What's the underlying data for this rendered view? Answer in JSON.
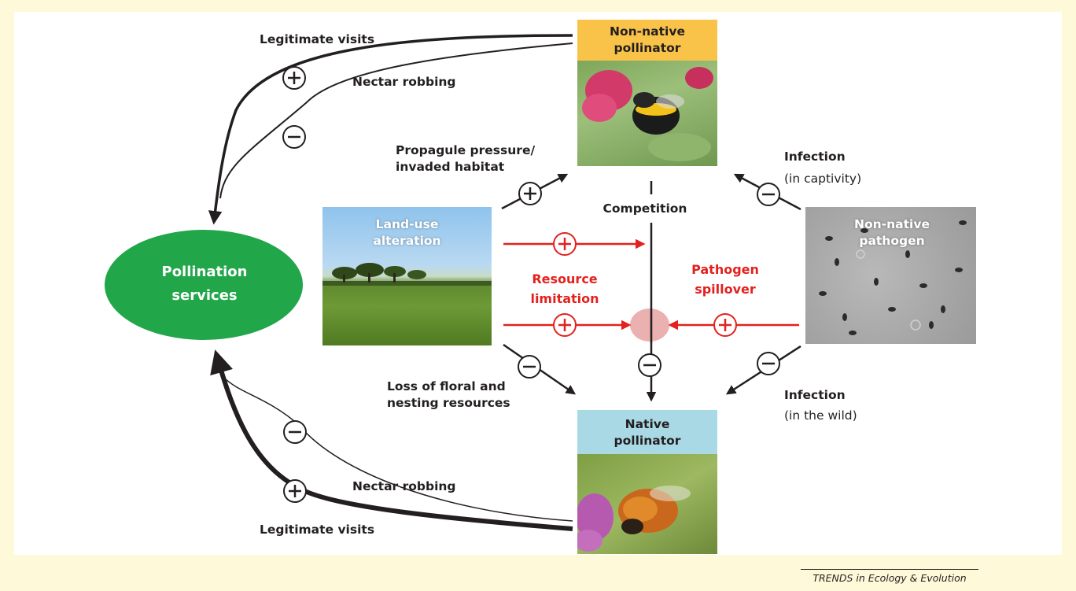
{
  "nodes": {
    "pollination": "Pollination\nservices",
    "non_native_pollinator": "Non-native\npollinator",
    "native_pollinator": "Native\npollinator",
    "land_use": "Land-use\nalteration",
    "non_native_pathogen": "Non-native\npathogen"
  },
  "edge_labels": {
    "legit_top": "Legitimate visits",
    "robbing_top": "Nectar robbing",
    "propagule": "Propagule pressure/\ninvaded habitat",
    "infection_captivity_title": "Infection",
    "infection_captivity_note": "(in captivity)",
    "competition": "Competition",
    "resource_limitation": "Resource\nlimitation",
    "pathogen_spillover": "Pathogen\nspillover",
    "loss_resources": "Loss of floral and\nnesting resources",
    "infection_wild_title": "Infection",
    "infection_wild_note": "(in the wild)",
    "robbing_bottom": "Nectar robbing",
    "legit_bottom": "Legitimate visits"
  },
  "signs": {
    "plus": "+",
    "minus": "−"
  },
  "footer": "TRENDS in Ecology & Evolution",
  "colors": {
    "background": "#fef9d8",
    "panel": "#ffffff",
    "ellipse": "#21a64a",
    "non_native_header": "#f9c349",
    "native_header": "#aad9e6",
    "red": "#e3211e",
    "highlight": "#e8a3a3",
    "ink": "#231f20"
  }
}
